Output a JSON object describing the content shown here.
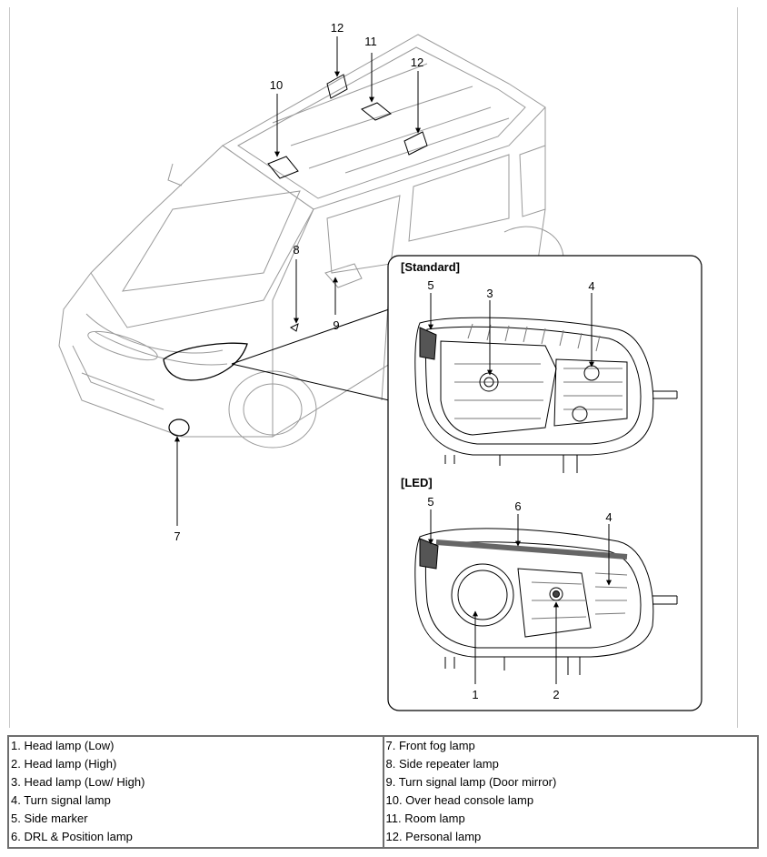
{
  "callouts": {
    "c12a": "12",
    "c11": "11",
    "c12b": "12",
    "c10": "10",
    "c8": "8",
    "c9": "9",
    "c7": "7",
    "std5": "5",
    "std3": "3",
    "std4": "4",
    "led5": "5",
    "led6": "6",
    "led4": "4",
    "led1": "1",
    "led2": "2"
  },
  "inset": {
    "standard_label": "[Standard]",
    "led_label": "[LED]"
  },
  "legend": {
    "left": [
      "1. Head lamp (Low)",
      "2. Head lamp (High)",
      "3. Head lamp (Low/ High)",
      "4. Turn signal lamp",
      "5. Side marker",
      "6. DRL & Position lamp"
    ],
    "right": [
      "7. Front fog lamp",
      "8. Side repeater lamp",
      "9. Turn signal lamp (Door mirror)",
      "10. Over head console lamp",
      "11. Room lamp",
      "12. Personal lamp"
    ]
  }
}
